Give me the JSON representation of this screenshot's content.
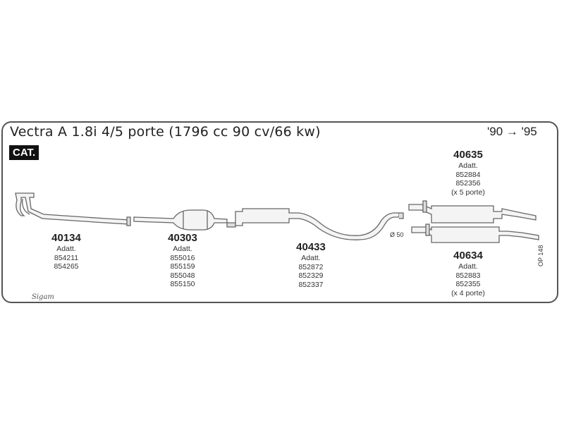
{
  "header": {
    "title": "Vectra A 1.8i 4/5 porte (1796 cc 90 cv/66 kw)",
    "years": "'90 → '95",
    "badge": "CAT."
  },
  "parts": [
    {
      "code": "40134",
      "label": "Adatt.",
      "refs": [
        "854211",
        "854265"
      ]
    },
    {
      "code": "40303",
      "label": "Adatt.",
      "refs": [
        "855016",
        "855159",
        "855048",
        "855150"
      ]
    },
    {
      "code": "40433",
      "label": "Adatt.",
      "refs": [
        "852872",
        "852329",
        "852337"
      ]
    },
    {
      "code": "40635",
      "label": "Adatt.",
      "refs": [
        "852884",
        "852356",
        "(x 5 porte)"
      ]
    },
    {
      "code": "40634",
      "label": "Adatt.",
      "refs": [
        "852883",
        "852355",
        "(x 4 porte)"
      ]
    }
  ],
  "diameter_label": "Ø 50",
  "side_code": "OP 148",
  "logo": "Sigam"
}
